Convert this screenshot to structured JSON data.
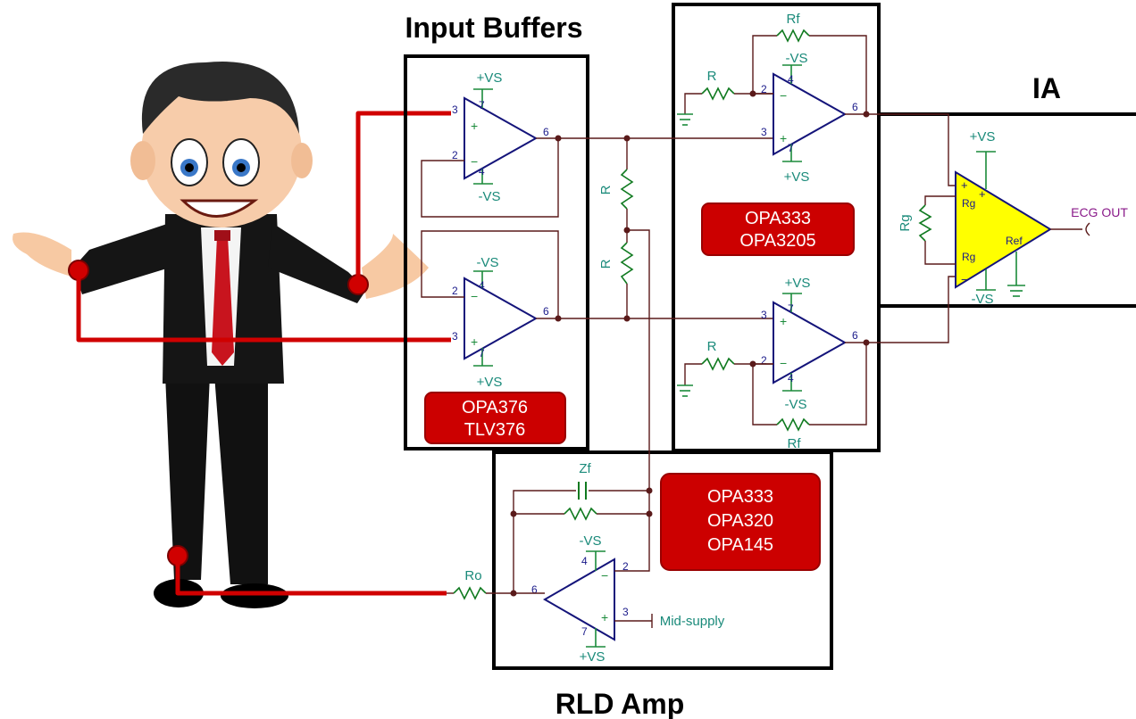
{
  "titles": {
    "input_buffers": "Input Buffers",
    "ia": "IA",
    "rld_amp": "RLD Amp"
  },
  "labels": {
    "vs_pos": "+VS",
    "vs_neg": "-VS",
    "r": "R",
    "rf": "Rf",
    "rg": "Rg",
    "ref": "Ref",
    "zf": "Zf",
    "ro": "Ro",
    "ecg_out": "ECG OUT",
    "mid_supply": "Mid-supply"
  },
  "pins": {
    "p2": "2",
    "p3": "3",
    "p4": "4",
    "p6": "6",
    "p7": "7"
  },
  "parts": {
    "input_buffers": [
      "OPA376",
      "TLV376"
    ],
    "ia_stage": [
      "OPA333",
      "OPA3205"
    ],
    "rld": [
      "OPA333",
      "OPA320",
      "OPA145"
    ]
  },
  "colors": {
    "part_box": "#cc0000",
    "ia_fill": "#ffff00",
    "electrode": "#d00000",
    "label_teal": "#1a8a7a",
    "ecg_purple": "#8a1a8a"
  }
}
